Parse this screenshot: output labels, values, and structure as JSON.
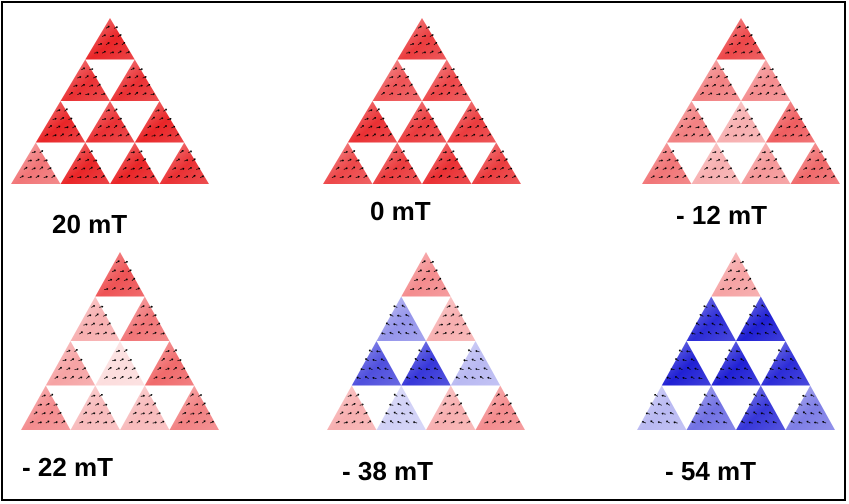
{
  "figure": {
    "colors": {
      "positive": "#e8191c",
      "negative": "#1414d2",
      "neutral": "#ffffff",
      "arrow": "#000000",
      "frame": "#000000"
    },
    "panels": [
      {
        "label": "20 mT",
        "subtriangles": [
          [
            0.95
          ],
          [
            0.9,
            0.9
          ],
          [
            0.95,
            0.9,
            0.95
          ],
          [
            0.6,
            0.95,
            0.95,
            0.9
          ]
        ]
      },
      {
        "label": "0 mT",
        "subtriangles": [
          [
            0.85
          ],
          [
            0.75,
            0.8
          ],
          [
            0.9,
            0.85,
            0.85
          ],
          [
            0.8,
            0.85,
            0.9,
            0.85
          ]
        ]
      },
      {
        "label": "- 12 mT",
        "subtriangles": [
          [
            0.8
          ],
          [
            0.55,
            0.5
          ],
          [
            0.55,
            0.35,
            0.7
          ],
          [
            0.6,
            0.35,
            0.45,
            0.65
          ]
        ]
      },
      {
        "label": "- 22 mT",
        "subtriangles": [
          [
            0.75
          ],
          [
            0.35,
            0.6
          ],
          [
            0.4,
            0.15,
            0.65
          ],
          [
            0.5,
            0.3,
            0.3,
            0.55
          ]
        ]
      },
      {
        "label": "- 38 mT",
        "subtriangles": [
          [
            0.5
          ],
          [
            -0.45,
            0.35
          ],
          [
            -0.75,
            -0.85,
            -0.3
          ],
          [
            0.35,
            -0.2,
            0.35,
            0.5
          ]
        ]
      },
      {
        "label": "- 54 mT",
        "subtriangles": [
          [
            0.4
          ],
          [
            -0.9,
            -0.95
          ],
          [
            -0.95,
            -0.95,
            -0.9
          ],
          [
            -0.3,
            -0.6,
            -0.85,
            -0.55
          ]
        ]
      }
    ]
  }
}
